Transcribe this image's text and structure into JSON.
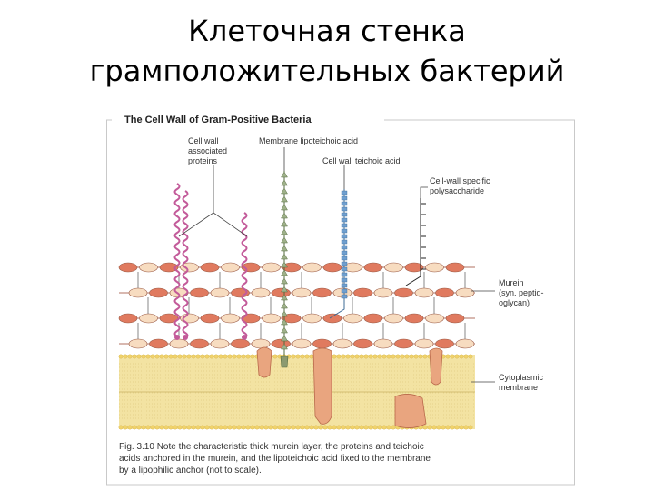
{
  "slide": {
    "title_line1": "Клеточная стенка",
    "title_line2": "грамположительных бактерий"
  },
  "figure": {
    "heading": "The Cell Wall of Gram-Positive Bacteria",
    "labels": {
      "cell_wall_associated_proteins": [
        "Cell wall",
        "associated",
        "proteins"
      ],
      "membrane_lipoteichoic_acid": "Membrane lipoteichoic acid",
      "cell_wall_teichoic_acid": "Cell wall teichoic acid",
      "cell_wall_specific_polysaccharide": [
        "Cell-wall specific",
        "polysaccharide"
      ],
      "murein": [
        "Murein",
        "(syn. peptid-",
        "oglycan)"
      ],
      "cytoplasmic_membrane": [
        "Cytoplasmic",
        "membrane"
      ]
    },
    "caption": [
      "Fig. 3.10   Note the characteristic thick murein layer, the proteins and teichoic",
      "acids anchored in the murein, and the lipoteichoic acid fixed to the membrane",
      "by a lipophilic anchor (not to scale)."
    ],
    "colors": {
      "frame": "#c9c9c9",
      "murein_dark": "#e07a5f",
      "murein_light": "#f7dcc0",
      "membrane": "#f3e3a2",
      "membrane_head": "#f1d36b",
      "protein": "#e9a57f",
      "lipoteichoic": "#9fb18a",
      "teichoic": "#6f9fcf",
      "pink_protein": "#c35b9a"
    }
  }
}
